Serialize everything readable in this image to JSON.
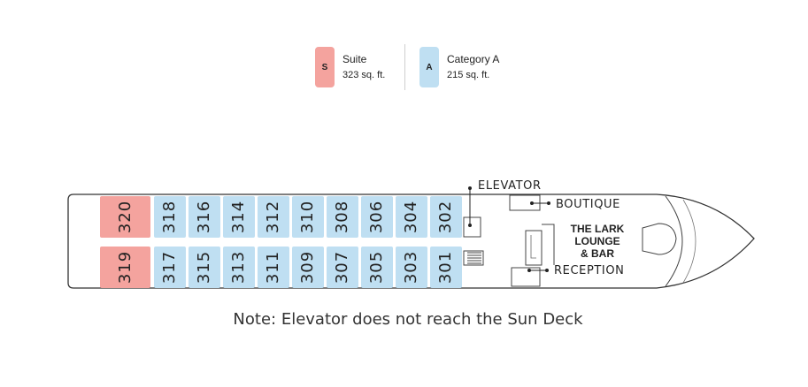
{
  "legend": {
    "suite": {
      "code": "S",
      "name": "Suite",
      "size": "323 sq. ft.",
      "color": "#f4a39e"
    },
    "category_a": {
      "code": "A",
      "name": "Category A",
      "size": "215 sq. ft.",
      "color": "#bfdff2"
    }
  },
  "cabins": {
    "top_row": [
      "320",
      "318",
      "316",
      "314",
      "312",
      "310",
      "308",
      "306",
      "304",
      "302"
    ],
    "bottom_row": [
      "319",
      "317",
      "315",
      "313",
      "311",
      "309",
      "307",
      "305",
      "303",
      "301"
    ],
    "suites": [
      "320",
      "319"
    ]
  },
  "labels": {
    "elevator": "ELEVATOR",
    "boutique": "BOUTIQUE",
    "reception": "RECEPTION",
    "lounge_line1": "THE LARK",
    "lounge_line2": "LOUNGE",
    "lounge_line3": "& BAR"
  },
  "note": "Note: Elevator does not reach the Sun Deck"
}
